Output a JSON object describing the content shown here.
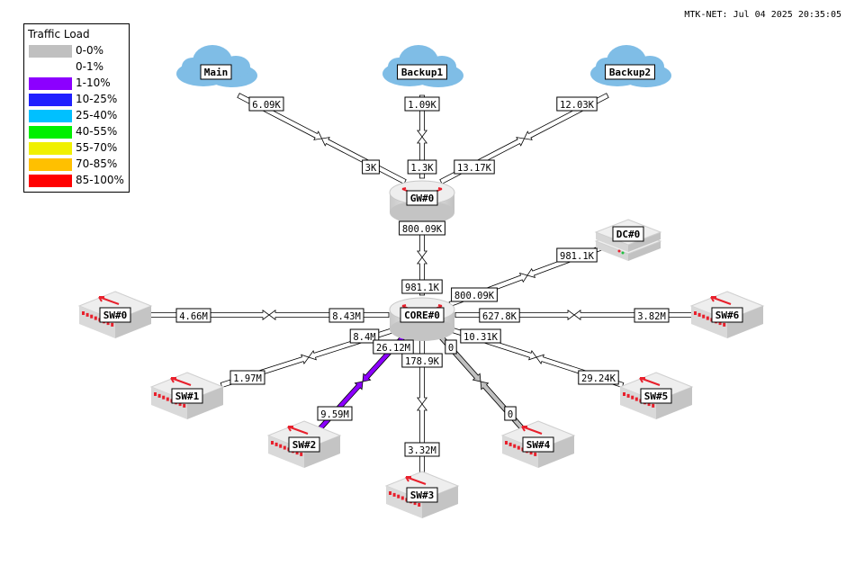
{
  "header": {
    "timestamp": "MTK-NET: Jul 04 2025 20:35:05"
  },
  "legend": {
    "title": "Traffic Load",
    "items": [
      {
        "label": "0-0%",
        "color": "#c0c0c0"
      },
      {
        "label": "0-1%",
        "color": "#ffffff"
      },
      {
        "label": "1-10%",
        "color": "#8c00ff"
      },
      {
        "label": "10-25%",
        "color": "#2020ff"
      },
      {
        "label": "25-40%",
        "color": "#00c0ff"
      },
      {
        "label": "40-55%",
        "color": "#00f000"
      },
      {
        "label": "55-70%",
        "color": "#f0f000"
      },
      {
        "label": "70-85%",
        "color": "#ffc000"
      },
      {
        "label": "85-100%",
        "color": "#ff0000"
      }
    ]
  },
  "nodes": [
    {
      "id": "main",
      "label": "Main",
      "icon": "cloud-icon"
    },
    {
      "id": "backup1",
      "label": "Backup1",
      "icon": "cloud-icon"
    },
    {
      "id": "backup2",
      "label": "Backup2",
      "icon": "cloud-icon"
    },
    {
      "id": "gw0",
      "label": "GW#0",
      "icon": "router-icon"
    },
    {
      "id": "dc0",
      "label": "DC#0",
      "icon": "server-icon"
    },
    {
      "id": "core0",
      "label": "CORE#0",
      "icon": "router-icon"
    },
    {
      "id": "sw0",
      "label": "SW#0",
      "icon": "switch-icon"
    },
    {
      "id": "sw1",
      "label": "SW#1",
      "icon": "switch-icon"
    },
    {
      "id": "sw2",
      "label": "SW#2",
      "icon": "switch-icon"
    },
    {
      "id": "sw3",
      "label": "SW#3",
      "icon": "switch-icon"
    },
    {
      "id": "sw4",
      "label": "SW#4",
      "icon": "switch-icon"
    },
    {
      "id": "sw5",
      "label": "SW#5",
      "icon": "switch-icon"
    },
    {
      "id": "sw6",
      "label": "SW#6",
      "icon": "switch-icon"
    }
  ],
  "links": [
    {
      "from": "gw0",
      "to": "main",
      "from_label": "3K",
      "to_label": "6.09K",
      "color": "#ffffff"
    },
    {
      "from": "gw0",
      "to": "backup1",
      "from_label": "1.3K",
      "to_label": "1.09K",
      "color": "#ffffff"
    },
    {
      "from": "gw0",
      "to": "backup2",
      "from_label": "13.17K",
      "to_label": "12.03K",
      "color": "#ffffff"
    },
    {
      "from": "gw0",
      "to": "core0",
      "from_label": "800.09K",
      "to_label": "981.1K",
      "color": "#ffffff"
    },
    {
      "from": "core0",
      "to": "dc0",
      "from_label": "800.09K",
      "to_label": "981.1K",
      "color": "#ffffff"
    },
    {
      "from": "core0",
      "to": "sw0",
      "from_label": "8.43M",
      "to_label": "4.66M",
      "color": "#ffffff"
    },
    {
      "from": "core0",
      "to": "sw6",
      "from_label": "627.8K",
      "to_label": "3.82M",
      "color": "#ffffff"
    },
    {
      "from": "core0",
      "to": "sw1",
      "from_label": "8.4M",
      "to_label": "1.97M",
      "color": "#ffffff"
    },
    {
      "from": "core0",
      "to": "sw2",
      "from_label": "26.12M",
      "to_label": "9.59M",
      "color": "#8c00ff"
    },
    {
      "from": "core0",
      "to": "sw3",
      "from_label": "178.9K",
      "to_label": "3.32M",
      "color": "#ffffff"
    },
    {
      "from": "core0",
      "to": "sw4",
      "from_label": "0",
      "to_label": "0",
      "color": "#c0c0c0"
    },
    {
      "from": "core0",
      "to": "sw5",
      "from_label": "10.31K",
      "to_label": "29.24K",
      "color": "#ffffff"
    }
  ]
}
